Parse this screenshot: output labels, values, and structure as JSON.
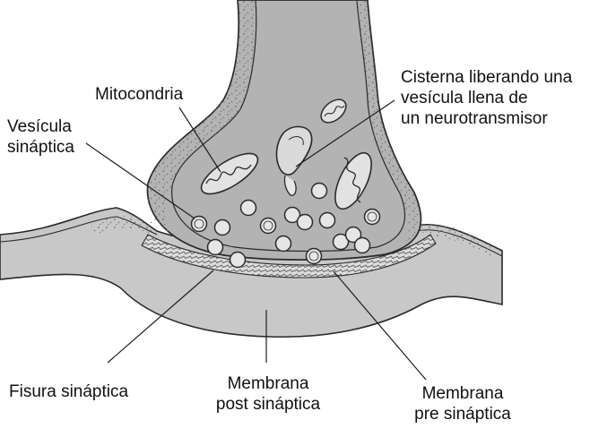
{
  "labels": {
    "mitocondria": "Mitocondria",
    "vesicula": [
      "Vesícula",
      "sináptica"
    ],
    "cisterna": [
      "Cisterna liberando una",
      "vesícula llena de",
      "un neurotransmisor"
    ],
    "fisura": "Fisura sináptica",
    "membrana_post": [
      "Membrana",
      "post sináptica"
    ],
    "membrana_pre": [
      "Membrana",
      "pre sináptica"
    ]
  },
  "colors": {
    "tissue": "#c9c9c9",
    "terminal": "#b3b3b3",
    "outline": "#2a2a2a",
    "vesicle_fill": "#e6e6e6",
    "stipple": "#6f6f6f"
  }
}
